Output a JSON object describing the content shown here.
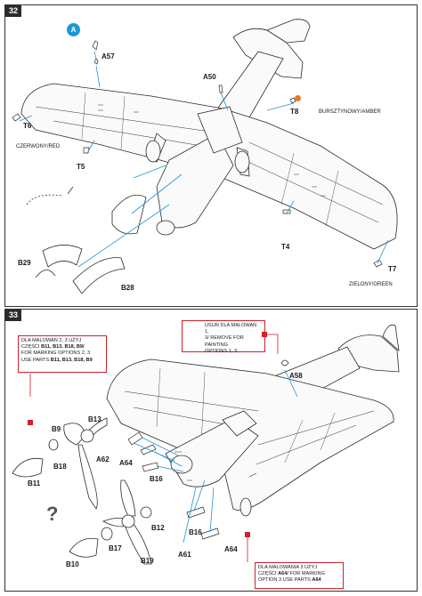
{
  "steps": {
    "s32": "32",
    "s33": "33"
  },
  "panel32": {
    "callout_a": "A",
    "parts": {
      "a57": "A57",
      "a50": "A50",
      "t8": "T8",
      "t6": "T6",
      "t5": "T5",
      "t4": "T4",
      "t7": "T7",
      "b29": "B29",
      "b28": "B28"
    },
    "colors": {
      "amber_label": "BURSZTYNOWY/AMBER",
      "red_label": "CZERWONY/RED",
      "green_label": "ZIELONY/GREEN"
    }
  },
  "panel33": {
    "parts": {
      "a58": "A58",
      "b13": "B13",
      "b9": "B9",
      "b18": "B18",
      "b11": "B11",
      "a62": "A62",
      "a64_top": "A64",
      "b16_top": "B16",
      "b16_bottom": "B16",
      "a64_bottom": "A64",
      "a61": "A61",
      "b12": "B12",
      "b17": "B17",
      "b10": "B10",
      "b19": "B19"
    },
    "question": "?",
    "note_left": {
      "line1": "DLA MALOWAŃ 2, 3 UŻYJ",
      "line2": "CZĘŚCI ",
      "parts_pl": "B11, B13, B18, B9/",
      "line3": "FOR MARKING OPTIONS 2, 3",
      "line4": "USE PARTS ",
      "parts_en": "B11, B13, B18, B9"
    },
    "note_top": {
      "line1": "USUŃ DLA MALOWAŃ 1,",
      "line2": "3/ REMOVE FOR PAINTING",
      "line3": "OPTIONS 1, 3"
    },
    "note_bottom": {
      "line1": "DLA MALOWANIA 3 UŻYJ",
      "line2": "CZĘŚCI ",
      "part_pl": "A64/",
      "line2b": " FOR MARKING",
      "line3": "OPTION 3 USE PARTS ",
      "part_en": "A64"
    }
  },
  "colors": {
    "leader": "#1e96d8",
    "accent_red": "#d0202a",
    "amber": "#e87a1e",
    "line": "#2a2a2a"
  }
}
